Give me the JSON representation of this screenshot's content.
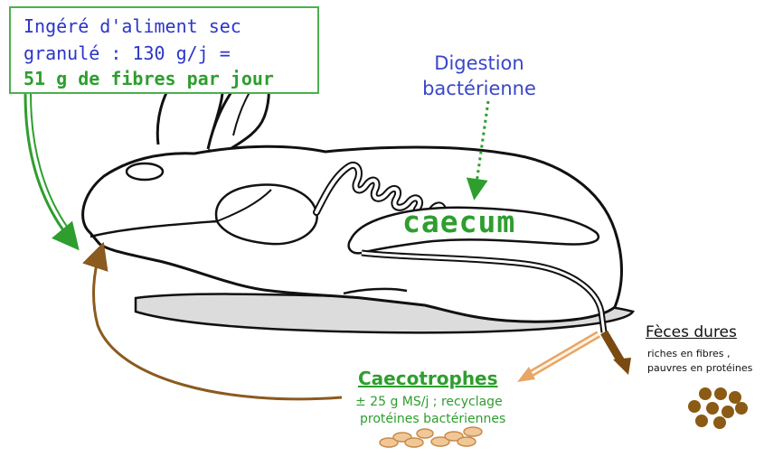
{
  "intake": {
    "line1": "Ingéré d'aliment sec",
    "line2": "granulé : 130 g/j =",
    "line3": "51 g de fibres par jour"
  },
  "digestion": {
    "line1": "Digestion",
    "line2": "bactérienne"
  },
  "caecum_label": "caecum",
  "feces": {
    "title": "Fèces dures",
    "sub1": "riches en fibres ,",
    "sub2": "pauvres en protéines"
  },
  "caecotrophes": {
    "title": "Caecotrophes",
    "sub1": "± 25 g MS/j ; recyclage",
    "sub2": "protéines bactériennes"
  },
  "colors": {
    "green": "#2e9e2e",
    "blue": "#2b36c9",
    "brown": "#8b5a1e",
    "pellet_light": "#f0c898",
    "feces_dark": "#8b5a14"
  }
}
